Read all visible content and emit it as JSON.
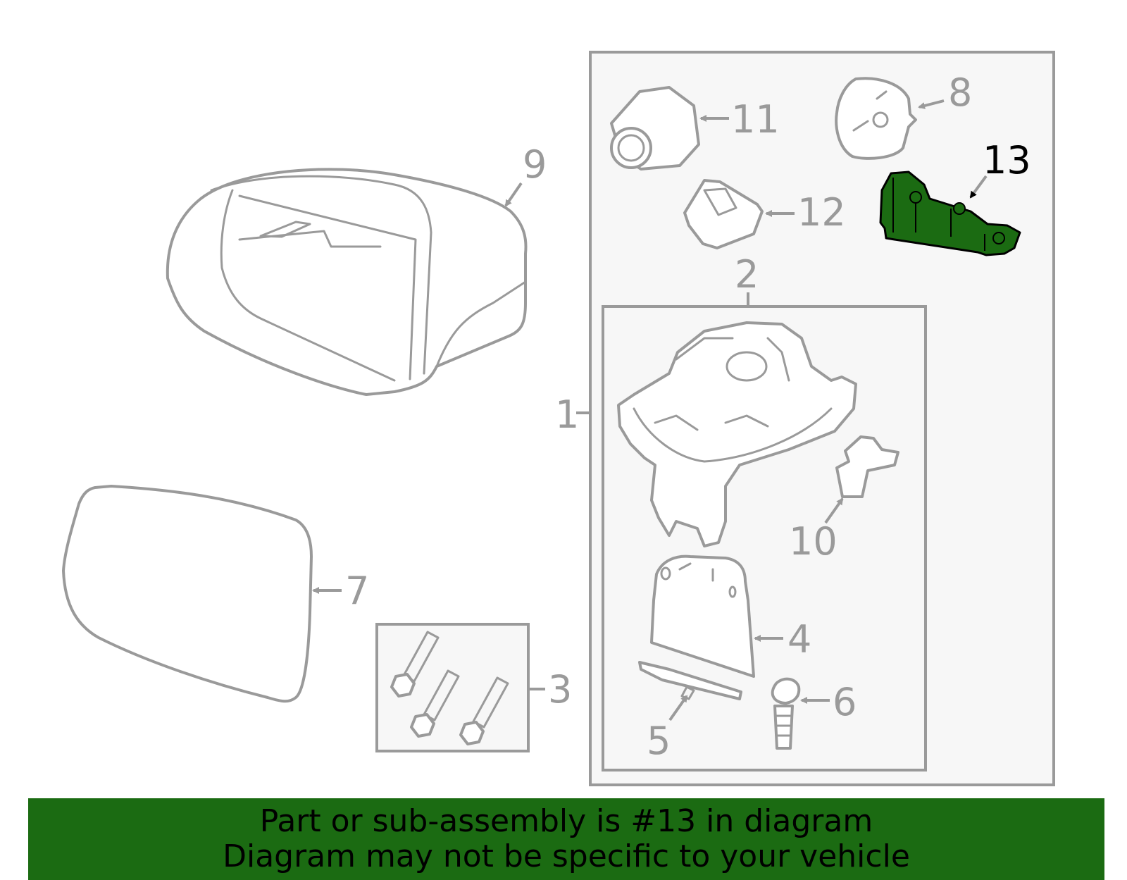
{
  "diagram": {
    "highlight_color": "#1b6b12",
    "line_color": "#9a9a9a",
    "callouts": {
      "c1": "1",
      "c2": "2",
      "c3": "3",
      "c4": "4",
      "c5": "5",
      "c6": "6",
      "c7": "7",
      "c8": "8",
      "c9": "9",
      "c10": "10",
      "c11": "11",
      "c12": "12",
      "c13": "13"
    }
  },
  "banner": {
    "line1": "Part or sub-assembly is #13 in diagram",
    "line2": "Diagram may not be specific to your vehicle",
    "color": "#1b6b12"
  }
}
